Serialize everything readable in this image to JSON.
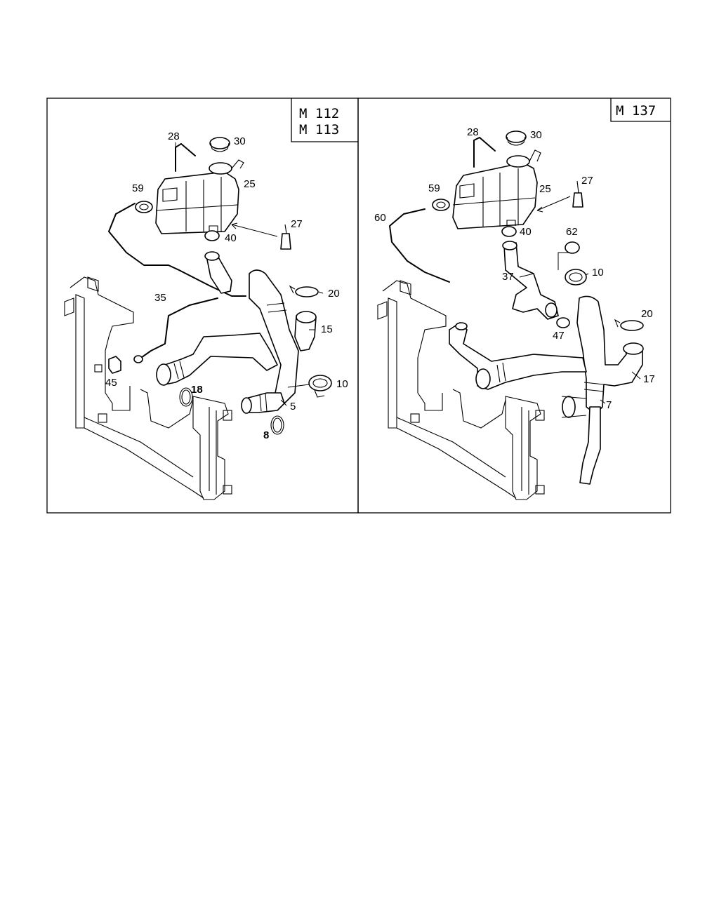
{
  "panels": {
    "left": {
      "engine_codes": [
        "M 112",
        "M 113"
      ],
      "callouts": {
        "p28": "28",
        "p30": "30",
        "p25": "25",
        "p59": "59",
        "p27": "27",
        "p40": "40",
        "p35": "35",
        "p20": "20",
        "p15": "15",
        "p45": "45",
        "p18": "18",
        "p10": "10",
        "p5": "5",
        "p8": "8"
      }
    },
    "right": {
      "engine_codes": [
        "M 137"
      ],
      "callouts": {
        "p28": "28",
        "p30": "30",
        "p59": "59",
        "p27": "27",
        "p25": "25",
        "p60": "60",
        "p40": "40",
        "p62": "62",
        "p10": "10",
        "p37": "37",
        "p47": "47",
        "p20": "20",
        "p17": "17",
        "p7": "7"
      }
    }
  },
  "style": {
    "line_color": "#000000",
    "background": "#ffffff"
  }
}
